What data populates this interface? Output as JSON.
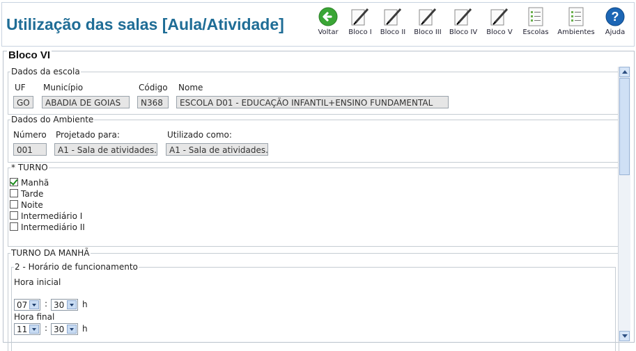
{
  "header": {
    "title": "Utilização das salas [Aula/Atividade]",
    "toolbar": [
      {
        "label": "Voltar",
        "icon": "back-arrow-icon"
      },
      {
        "label": "Bloco I",
        "icon": "pencil-icon"
      },
      {
        "label": "Bloco II",
        "icon": "pencil-icon"
      },
      {
        "label": "Bloco III",
        "icon": "pencil-icon"
      },
      {
        "label": "Bloco IV",
        "icon": "pencil-icon"
      },
      {
        "label": "Bloco V",
        "icon": "pencil-icon"
      },
      {
        "label": "Escolas",
        "icon": "list-icon"
      },
      {
        "label": "Ambientes",
        "icon": "list-icon"
      },
      {
        "label": "Ajuda",
        "icon": "help-icon"
      }
    ]
  },
  "bloco": {
    "title": "Bloco VI",
    "escola": {
      "legend": "Dados da escola",
      "uf_label": "UF",
      "uf_value": "GO",
      "municipio_label": "Município",
      "municipio_value": "ABADIA DE GOIAS",
      "codigo_label": "Código",
      "codigo_value": "N368",
      "nome_label": "Nome",
      "nome_value": "ESCOLA D01 - EDUCAÇÃO INFANTIL+ENSINO FUNDAMENTAL"
    },
    "ambiente": {
      "legend": "Dados do Ambiente",
      "numero_label": "Número",
      "numero_value": "001",
      "projetado_label": "Projetado para:",
      "projetado_value": "A1 - Sala de atividades.",
      "utilizado_label": "Utilizado como:",
      "utilizado_value": "A1 - Sala de atividades."
    },
    "turno": {
      "legend": "* TURNO",
      "options": [
        {
          "label": "Manhã",
          "checked": true
        },
        {
          "label": "Tarde",
          "checked": false
        },
        {
          "label": "Noite",
          "checked": false
        },
        {
          "label": "Intermediário I",
          "checked": false
        },
        {
          "label": "Intermediário II",
          "checked": false
        }
      ]
    },
    "turno_manha": {
      "legend": "TURNO DA MANHÃ",
      "horario": {
        "legend": "2 - Horário de funcionamento",
        "hora_inicial_label": "Hora inicial",
        "hora_inicial_h": "07",
        "hora_inicial_m": "30",
        "hora_final_label": "Hora final",
        "hora_final_h": "11",
        "hora_final_m": "30",
        "separator": ":",
        "unit": "h"
      }
    }
  },
  "colors": {
    "title": "#1f6d96",
    "back_icon": "#3aa635",
    "help_icon": "#1c66b5"
  }
}
